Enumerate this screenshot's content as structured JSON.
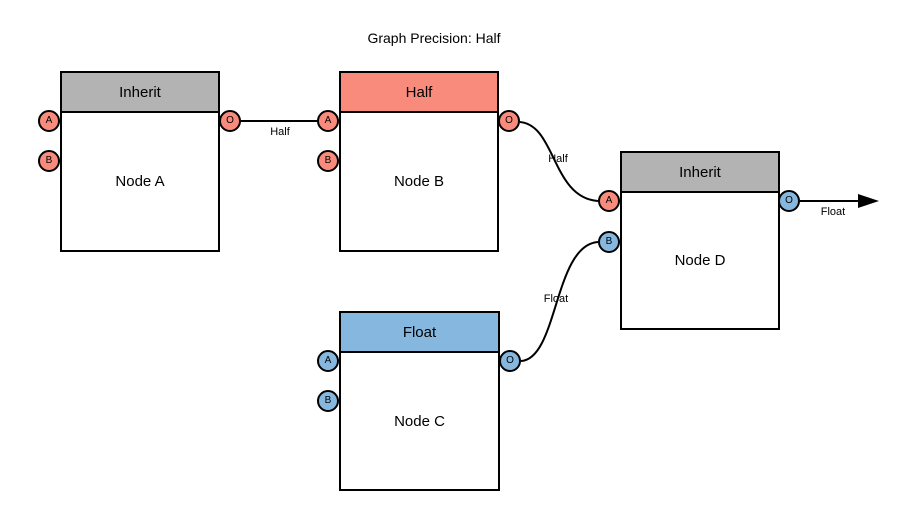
{
  "title": "Graph Precision: Half",
  "colors": {
    "salmon": "#f98b7d",
    "blue": "#86b8df",
    "gray": "#b3b3b3",
    "edge": "#000000",
    "node_bg": "#ffffff"
  },
  "nodes": [
    {
      "name": "Node A",
      "header": "Inherit",
      "header_color": "gray",
      "ports": [
        {
          "label": "A",
          "type": "input",
          "color": "salmon"
        },
        {
          "label": "B",
          "type": "input",
          "color": "salmon"
        },
        {
          "label": "O",
          "type": "output",
          "color": "salmon"
        }
      ]
    },
    {
      "name": "Node B",
      "header": "Half",
      "header_color": "salmon",
      "ports": [
        {
          "label": "A",
          "type": "input",
          "color": "salmon"
        },
        {
          "label": "B",
          "type": "input",
          "color": "salmon"
        },
        {
          "label": "O",
          "type": "output",
          "color": "salmon"
        }
      ]
    },
    {
      "name": "Node C",
      "header": "Float",
      "header_color": "blue",
      "ports": [
        {
          "label": "A",
          "type": "input",
          "color": "blue"
        },
        {
          "label": "B",
          "type": "input",
          "color": "blue"
        },
        {
          "label": "O",
          "type": "output",
          "color": "blue"
        }
      ]
    },
    {
      "name": "Node D",
      "header": "Inherit",
      "header_color": "gray",
      "ports": [
        {
          "label": "A",
          "type": "input",
          "color": "salmon"
        },
        {
          "label": "B",
          "type": "input",
          "color": "blue"
        },
        {
          "label": "O",
          "type": "output",
          "color": "blue"
        }
      ]
    }
  ],
  "edges": [
    {
      "from": "Node A.O",
      "to": "Node B.A",
      "label": "Half"
    },
    {
      "from": "Node B.O",
      "to": "Node D.A",
      "label": "Half"
    },
    {
      "from": "Node C.O",
      "to": "Node D.B",
      "label": "Float"
    },
    {
      "from": "Node D.O",
      "to": "graph-output",
      "label": "Float"
    }
  ]
}
